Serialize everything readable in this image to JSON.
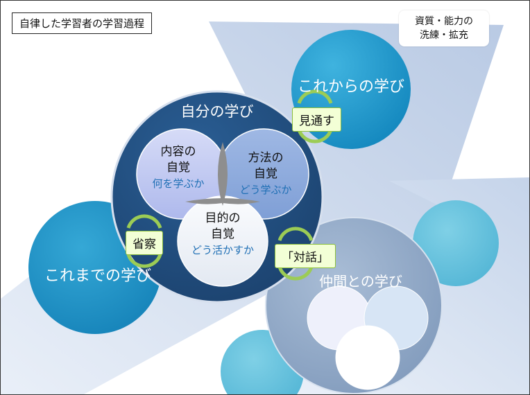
{
  "title": "自律した学習者の学習過程",
  "note": {
    "line1": "資質・能力の",
    "line2": "洗練・拡充"
  },
  "circles": {
    "future": "これからの学び",
    "self": "自分の学び",
    "past": "これまでの学び",
    "peers": "仲間との学び"
  },
  "venn": {
    "content": {
      "line1": "内容の",
      "line2": "自覚",
      "sub": "何を学ぶか"
    },
    "method": {
      "line1": "方法の",
      "line2": "自覚",
      "sub": "どう学ぶか"
    },
    "purpose": {
      "line1": "目的の",
      "line2": "自覚",
      "sub": "どう活かすか"
    }
  },
  "tags": {
    "foresee": "見通す",
    "reflect": "省察",
    "dialogue": "「対話」"
  },
  "colors": {
    "self_circle": "#234e80",
    "future_circle": "#1a93c5",
    "peers_circle": "#8fa8c6",
    "arrow": "#c7d5ea",
    "accent_text": "#1f6fb5",
    "tag_fill": "#f3ffd6",
    "tag_arrow": "#9ccc55"
  }
}
